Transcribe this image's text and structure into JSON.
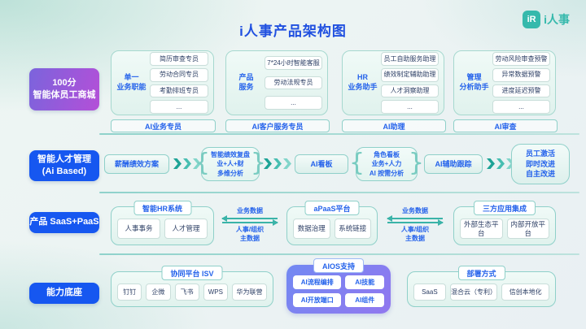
{
  "header": {
    "title": "i人事产品架构图",
    "logo_mark": "iR",
    "logo_text": "i人事"
  },
  "colors": {
    "accent_blue": "#1657f0",
    "teal": "#35b9ac",
    "purple_start": "#7b64dc",
    "purple_end": "#b44fd8"
  },
  "row1": {
    "left": {
      "lines": [
        "100分",
        "智能体员工商城"
      ]
    },
    "groups": [
      {
        "label_lines": [
          "单一",
          "业务职能"
        ],
        "items": [
          "简历审查专员",
          "劳动合同专员",
          "考勤排班专员",
          "..."
        ],
        "footer": "AI业务专员"
      },
      {
        "label_lines": [
          "产品",
          "服务"
        ],
        "items": [
          "7*24小时智能客服",
          "劳动法规专员",
          "..."
        ],
        "footer": "AI客户服务专员"
      },
      {
        "label_lines": [
          "HR",
          "业务助手"
        ],
        "items": [
          "员工自助服务助理",
          "绩效制定辅助助理",
          "人才洞察助理",
          "..."
        ],
        "footer": "AI助理"
      },
      {
        "label_lines": [
          "管理",
          "分析助手"
        ],
        "items": [
          "劳动风险审查预警",
          "异常数据预警",
          "进度延迟预警",
          "..."
        ],
        "footer": "AI审查"
      }
    ]
  },
  "row2": {
    "left": {
      "lines": [
        "智能人才管理",
        "(Ai Based)"
      ]
    },
    "steps": [
      {
        "lines": [
          "薪酬绩效方案"
        ]
      },
      {
        "lines": [
          "智能绩效复盘",
          "业+人+财",
          "多维分析"
        ]
      },
      {
        "lines": [
          "AI看板"
        ]
      },
      {
        "lines": [
          "角色看板",
          "业务+人力",
          "AI 按需分析"
        ]
      },
      {
        "lines": [
          "AI辅助跟踪"
        ]
      },
      {
        "lines": [
          "员工激活",
          "即时改进",
          "自主改进"
        ]
      }
    ]
  },
  "row3": {
    "left": {
      "lines": [
        "产品 SaaS+PaaS"
      ]
    },
    "groups": [
      {
        "header": "智能HR系统",
        "items": [
          "人事事务",
          "人才管理"
        ]
      },
      {
        "header": "aPaaS平台",
        "items": [
          "数据治理",
          "系统链接"
        ]
      },
      {
        "header": "三方应用集成",
        "items": [
          "外部生态平台",
          "内部开放平台"
        ]
      }
    ],
    "link_labels": {
      "top": "业务数据",
      "bottom_lines": [
        "人事/组织",
        "主数据"
      ]
    }
  },
  "row4": {
    "left": {
      "lines": [
        "能力底座"
      ]
    },
    "groups": [
      {
        "header": "协同平台 ISV",
        "items": [
          "钉钉",
          "企微",
          "飞书",
          "WPS",
          "华为联营"
        ]
      },
      {
        "header": "AIOS支持",
        "items": [
          "AI流程编排",
          "AI技能",
          "AI开放端口",
          "AI组件"
        ]
      },
      {
        "header": "部署方式",
        "items": [
          "SaaS",
          "混合云（专利）",
          "信创本地化"
        ]
      }
    ]
  }
}
